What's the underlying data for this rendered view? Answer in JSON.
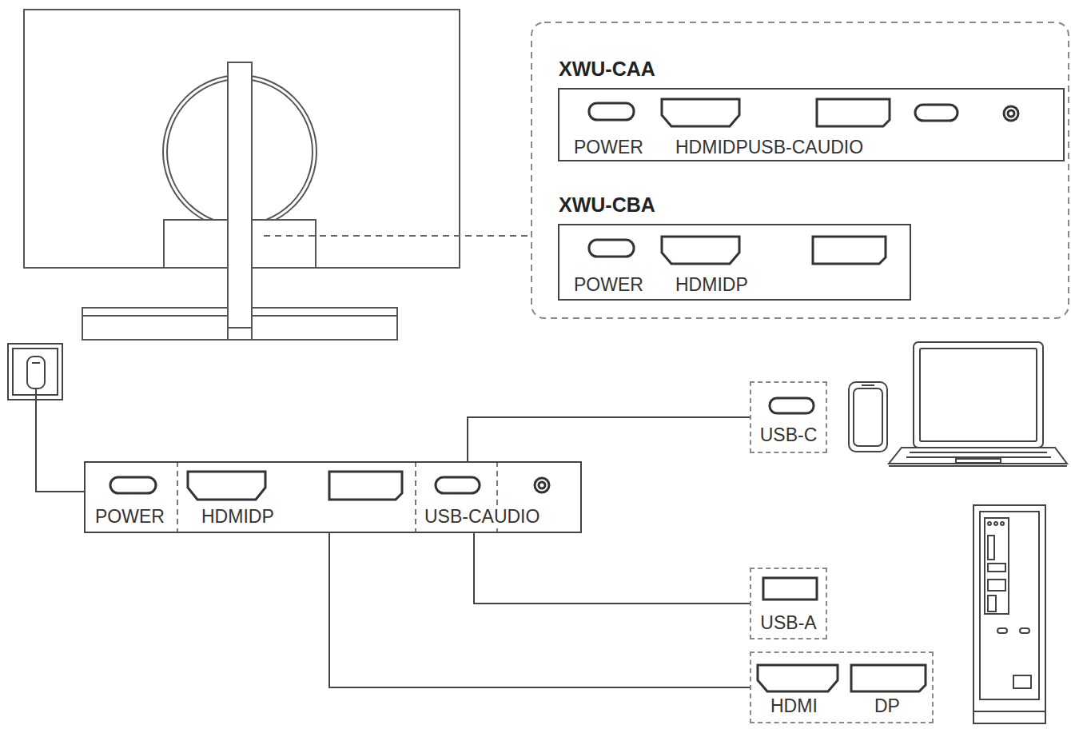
{
  "diagram": {
    "nodes": [
      {
        "text": [
          "XWU-CAA",
          "POWER",
          "HDMI",
          "DP",
          "USB-C",
          "AUDIO"
        ]
      },
      {
        "text": [
          "XWU-CBA",
          "POWER",
          "HDMI",
          "DP"
        ]
      },
      {
        "text": [
          "POWER",
          "HDMI",
          "DP",
          "USB-C",
          "AUDIO"
        ]
      },
      {
        "text": [
          "USB-C"
        ]
      },
      {
        "text": [
          "USB-A"
        ]
      },
      {
        "text": [
          "HDMI",
          "DP"
        ]
      }
    ],
    "edges": [
      {
        "from": 2,
        "to": 3,
        "arrow": "none"
      },
      {
        "from": 2,
        "to": 4,
        "arrow": "none"
      },
      {
        "from": 2,
        "to": 5,
        "arrow": "none"
      }
    ]
  }
}
